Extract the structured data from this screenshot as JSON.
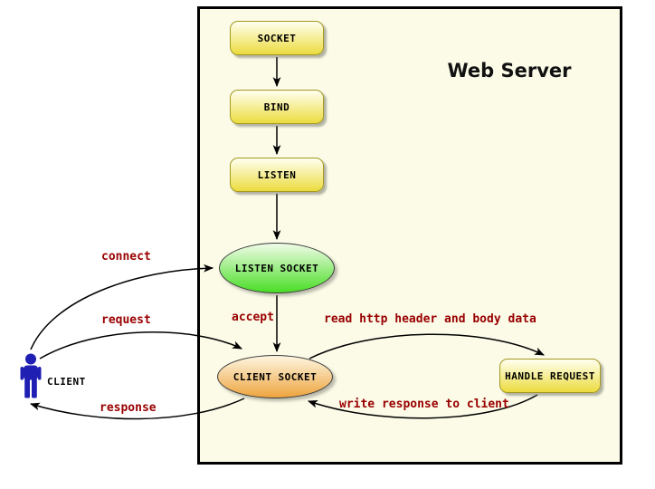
{
  "title": "Web Server",
  "nodes": {
    "socket": "SOCKET",
    "bind": "BIND",
    "listen": "LISTEN",
    "listen_socket": "LISTEN SOCKET",
    "client_socket": "CLIENT SOCKET",
    "handle_request": "HANDLE REQUEST",
    "client": "CLIENT"
  },
  "edges": [
    {
      "from": "SOCKET",
      "to": "BIND",
      "label": ""
    },
    {
      "from": "BIND",
      "to": "LISTEN",
      "label": ""
    },
    {
      "from": "LISTEN",
      "to": "LISTEN SOCKET",
      "label": ""
    },
    {
      "from": "CLIENT",
      "to": "LISTEN SOCKET",
      "label": "connect"
    },
    {
      "from": "CLIENT",
      "to": "CLIENT SOCKET",
      "label": "request"
    },
    {
      "from": "CLIENT SOCKET",
      "to": "CLIENT",
      "label": "response"
    },
    {
      "from": "LISTEN SOCKET",
      "to": "CLIENT SOCKET",
      "label": "accept"
    },
    {
      "from": "CLIENT SOCKET",
      "to": "HANDLE REQUEST",
      "label": "read http header and body data"
    },
    {
      "from": "HANDLE REQUEST",
      "to": "CLIENT SOCKET",
      "label": "write response to client"
    }
  ],
  "colors": {
    "canvas_bg": "#ffffff",
    "server_box_bg": "#fbfbe8",
    "server_box_border": "#000000",
    "node_yellow_top": "#fffff0",
    "node_yellow_bottom": "#ecdc3f",
    "node_yellow_border": "#a3991f",
    "ellipse_green_top": "#f0fce8",
    "ellipse_green_bottom": "#4ade26",
    "ellipse_orange_top": "#fdf6e1",
    "ellipse_orange_bottom": "#eea43e",
    "ellipse_border": "#3a3a3a",
    "edge_label_color": "#990000",
    "arrow_color": "#000000",
    "client_color": "#1f1fb4",
    "node_text_color": "#000000"
  }
}
